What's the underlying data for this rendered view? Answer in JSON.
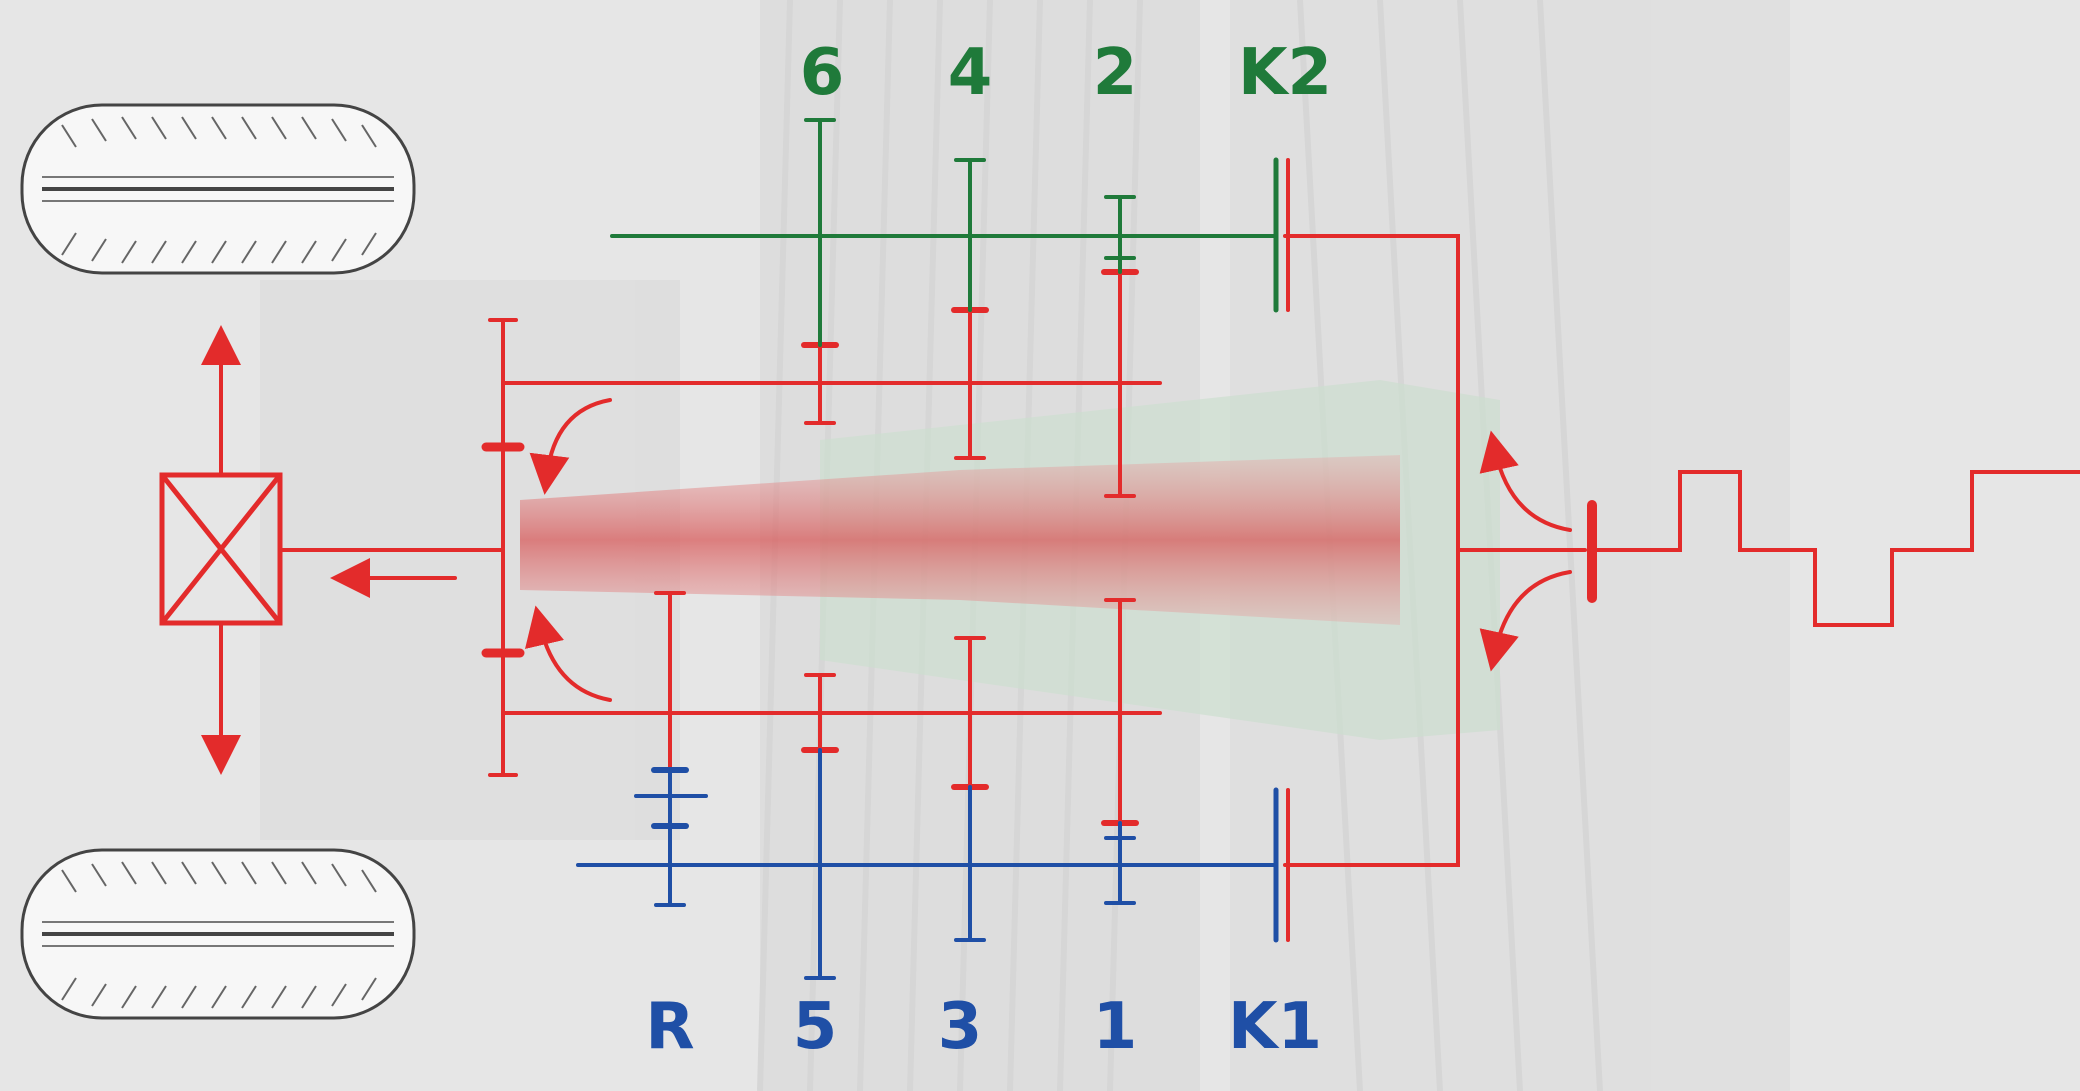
{
  "labels": {
    "top": [
      "6",
      "4",
      "2",
      "K2"
    ],
    "bottom": [
      "R",
      "5",
      "3",
      "1",
      "K1"
    ]
  },
  "colors": {
    "background": "#e6e6e6",
    "even_shaft": "#1f7a3a",
    "odd_shaft": "#1f4fa6",
    "power_path": "#e32b2b",
    "tire": "#555555"
  },
  "icons": [
    "tire-icon",
    "differential-icon",
    "arrow-icon"
  ]
}
